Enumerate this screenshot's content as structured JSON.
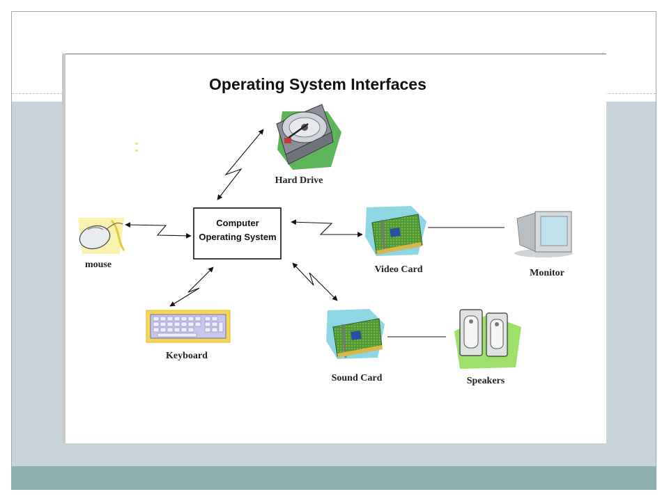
{
  "slide": {
    "header_text": "",
    "colors": {
      "band": "#c8d3d9",
      "footer": "#8fb0b1",
      "panel": "#ffffff"
    }
  },
  "diagram": {
    "title": "Operating System Interfaces",
    "center_lines": [
      "Computer",
      "Operating System"
    ],
    "nodes": {
      "hard_drive": "Hard Drive",
      "mouse": "mouse",
      "video_card": "Video Card",
      "monitor": "Monitor",
      "keyboard": "Keyboard",
      "sound_card": "Sound Card",
      "speakers": "Speakers"
    },
    "icons": {
      "hard_drive": "hard-drive-icon",
      "mouse": "mouse-icon",
      "video_card": "video-card-icon",
      "monitor": "monitor-icon",
      "keyboard": "keyboard-icon",
      "sound_card": "sound-card-icon",
      "speakers": "speakers-icon"
    },
    "connectors": [
      {
        "from": "Computer Operating System",
        "to": "Hard Drive",
        "style": "lightning, double arrow"
      },
      {
        "from": "Computer Operating System",
        "to": "mouse",
        "style": "lightning, double arrow"
      },
      {
        "from": "Computer Operating System",
        "to": "Video Card",
        "style": "lightning, double arrow"
      },
      {
        "from": "Computer Operating System",
        "to": "Keyboard",
        "style": "lightning, double arrow"
      },
      {
        "from": "Computer Operating System",
        "to": "Sound Card",
        "style": "lightning, double arrow"
      },
      {
        "from": "Video Card",
        "to": "Monitor",
        "style": "line"
      },
      {
        "from": "Sound Card",
        "to": "Speakers",
        "style": "line"
      }
    ]
  }
}
